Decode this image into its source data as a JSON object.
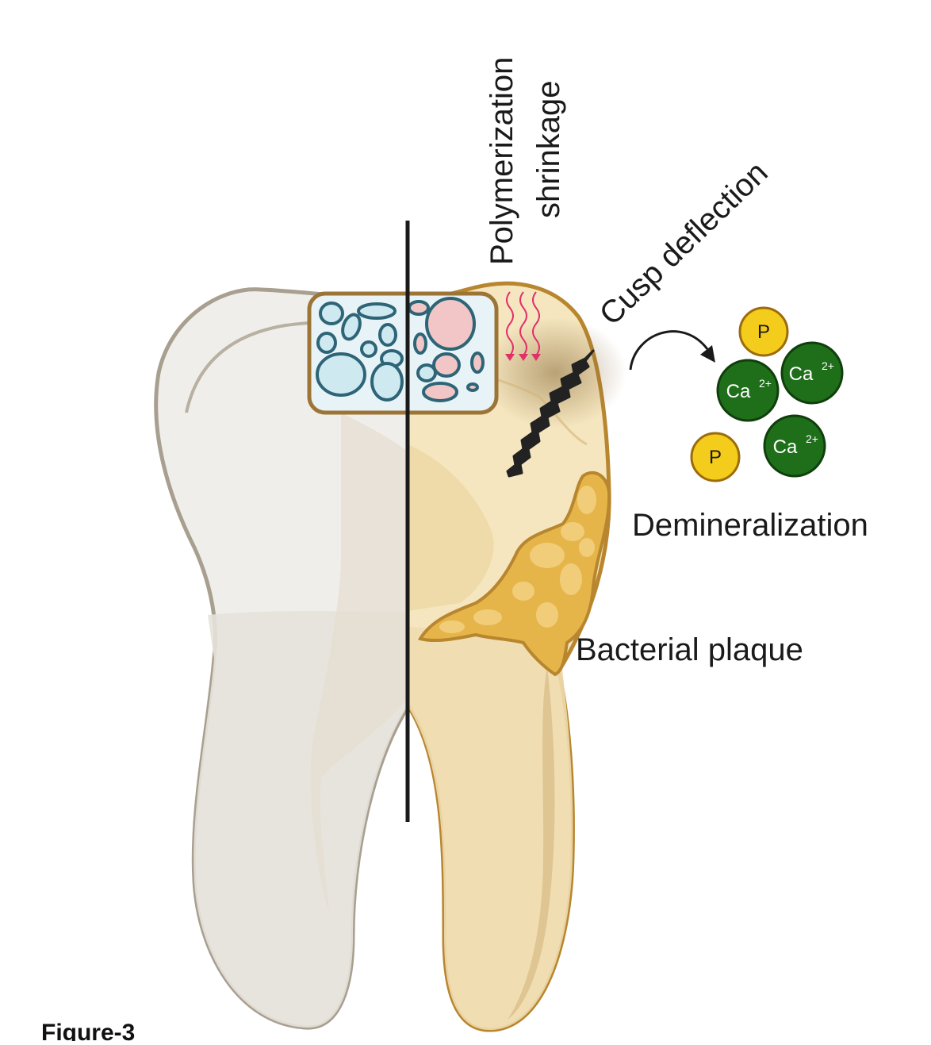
{
  "figure_label": "Figure-3",
  "labels": {
    "polymerization_line1": "Polymerization",
    "polymerization_line2": "shrinkage",
    "cusp_deflection": "Cusp deflection",
    "demineralization": "Demineralization",
    "bacterial_plaque": "Bacterial plaque"
  },
  "ions": {
    "calcium_base": "Ca",
    "calcium_charge": "2+",
    "phosphate": "P"
  },
  "colors": {
    "healthy_tooth": "#f0eeea",
    "damaged_tooth": "#f5e6bf",
    "tooth_outline_healthy": "#a89f90",
    "tooth_outline_damaged": "#b8862e",
    "plaque": "#e6b54a",
    "calcium_ion": "#1e6e1a",
    "phosphate_ion": "#f4cc1c",
    "shrinkage_arrows": "#e0306a",
    "filler_blue": "#cfe9f1",
    "filler_pink": "#f2c6c6"
  }
}
